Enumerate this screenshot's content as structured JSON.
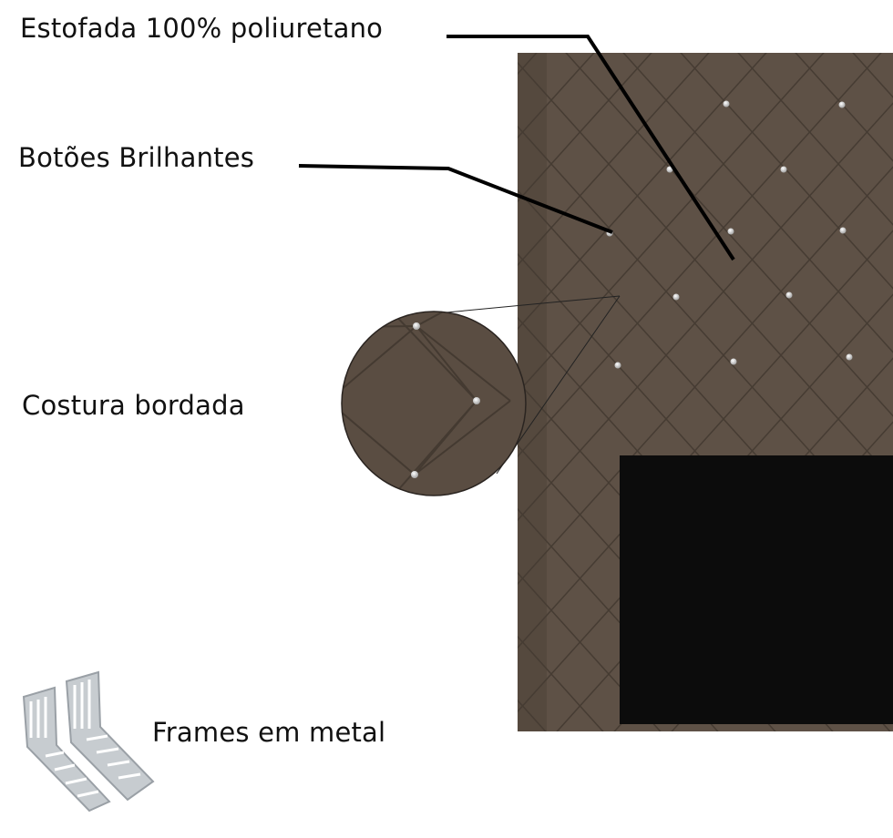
{
  "labels": {
    "foam": "Estofada 100% poliuretano",
    "buttons": "Botões Brilhantes",
    "stitching": "Costura bordada",
    "frames": "Frames em metal"
  },
  "colors": {
    "fabric": "#5e5146",
    "fabric_dark": "#4f443a",
    "panel": "#0c0c0c",
    "metal": "#b9bec3"
  }
}
